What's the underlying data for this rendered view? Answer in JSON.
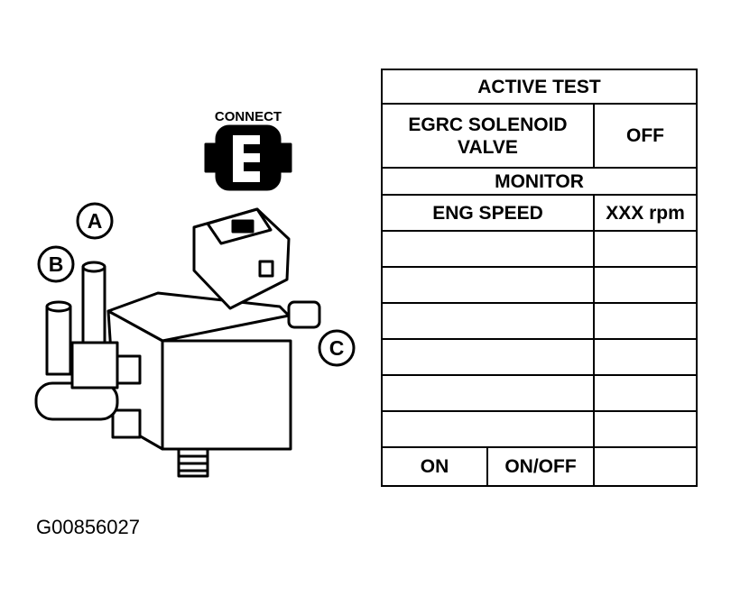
{
  "labels": {
    "connect": "CONNECT",
    "port_a": "A",
    "port_b": "B",
    "port_c": "C"
  },
  "table": {
    "active_test": "ACTIVE TEST",
    "item": "EGRC SOLENOID VALVE",
    "item_state": "OFF",
    "monitor": "MONITOR",
    "eng_speed": "ENG SPEED",
    "eng_speed_value": "XXX rpm",
    "empty_rows": 6,
    "on": "ON",
    "on_off": "ON/OFF",
    "last": ""
  },
  "figure_id": "G00856027"
}
